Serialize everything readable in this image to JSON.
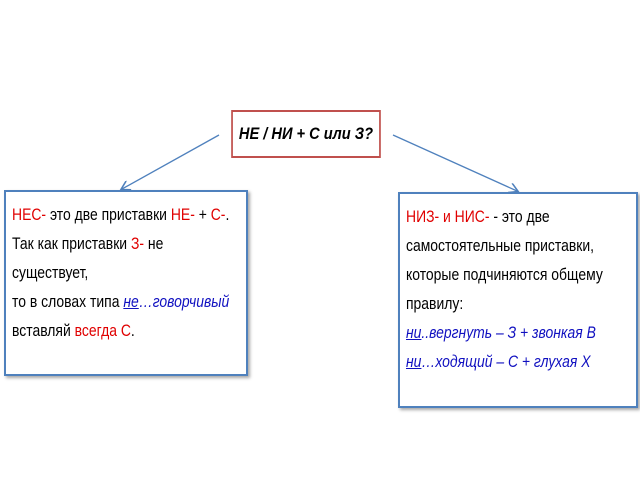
{
  "header": {
    "title": "НЕ / НИ + С или З?"
  },
  "left_box": {
    "line1": {
      "a": "НЕС-",
      "b": " это две приставки ",
      "c": "НЕ-",
      "d": " + ",
      "e": "С-",
      "f": "."
    },
    "line2": {
      "a": "Так как приставки ",
      "b": "З-",
      "c": " не"
    },
    "line3": "существует,",
    "line4": {
      "a": "то в словах типа ",
      "b": "не",
      "c": "…говорчивый"
    },
    "line5": {
      "a": "вставляй ",
      "b": "всегда С",
      "c": "."
    }
  },
  "right_box": {
    "line1": {
      "a": "НИЗ- и НИС-",
      "b": "  - это две"
    },
    "line2": "самостоятельные приставки,",
    "line3": "которые подчиняются общему",
    "line4": "правилу:",
    "line5": {
      "a": "ни",
      "b": "..вергнуть",
      "c": " – З + звонкая В"
    },
    "line6": {
      "a": "ни",
      "b": "…ходящий",
      "c": " – С + глухая Х"
    }
  },
  "colors": {
    "title_border": "#c0504d",
    "box_border": "#4f81bd",
    "accent_red": "#e00000",
    "accent_blue": "#1010c0"
  }
}
